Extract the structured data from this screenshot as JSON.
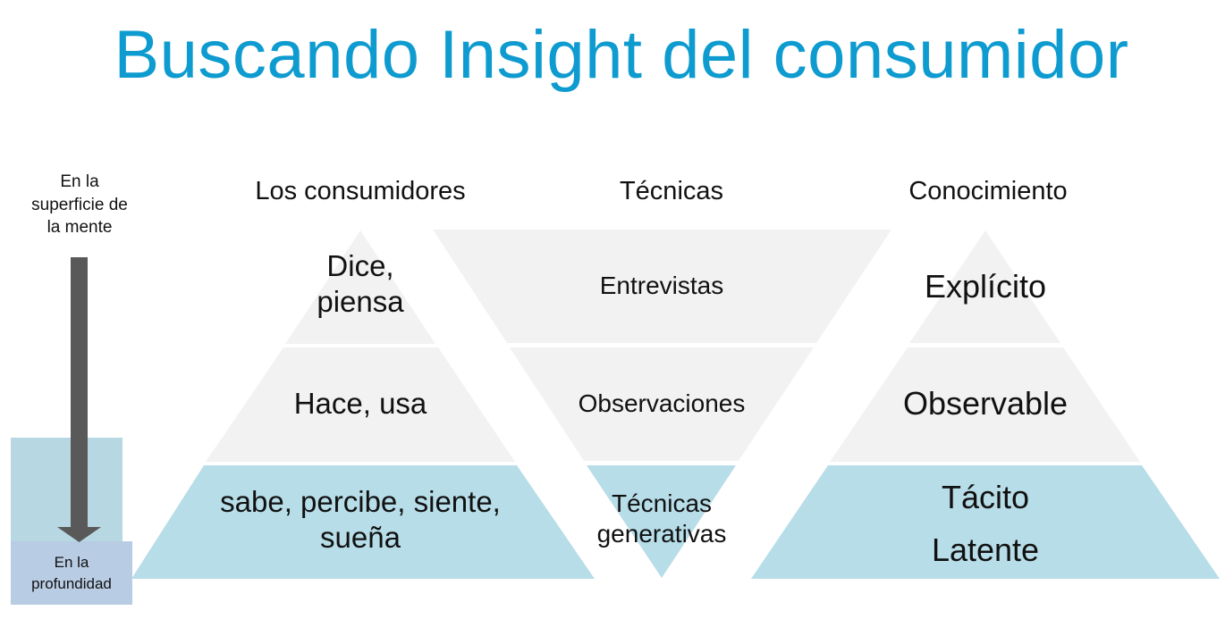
{
  "title": "Buscando Insight del consumidor",
  "colors": {
    "title": "#0E9BD0",
    "layer_light": "#F2F2F2",
    "layer_deep": "#B7DDE8",
    "depth_box": "#B7D7E2",
    "depth_label_box": "#B8CCE4",
    "arrow": "#595959"
  },
  "depth_scale": {
    "top_label": "En la superficie de la mente",
    "top_label_lines": [
      "En la",
      "superficie de",
      "la mente"
    ],
    "bottom_label_lines": [
      "En la",
      "profundidad"
    ],
    "arrow_icon": "down-arrow-icon"
  },
  "columns": [
    {
      "header": "Los consumidores",
      "shape": "pyramid",
      "layers": [
        {
          "lines": [
            "Dice,",
            "piensa"
          ]
        },
        {
          "lines": [
            "Hace, usa"
          ]
        },
        {
          "lines": [
            "sabe, percibe, siente,",
            "sueña"
          ]
        }
      ]
    },
    {
      "header": "Técnicas",
      "shape": "inverted-pyramid",
      "layers": [
        {
          "lines": [
            "Entrevistas"
          ]
        },
        {
          "lines": [
            "Observaciones"
          ]
        },
        {
          "lines": [
            "Técnicas",
            "generativas"
          ]
        }
      ]
    },
    {
      "header": "Conocimiento",
      "shape": "pyramid",
      "layers": [
        {
          "lines": [
            "Explícito"
          ]
        },
        {
          "lines": [
            "Observable"
          ]
        },
        {
          "lines": [
            "Tácito",
            "Latente"
          ]
        }
      ]
    }
  ]
}
